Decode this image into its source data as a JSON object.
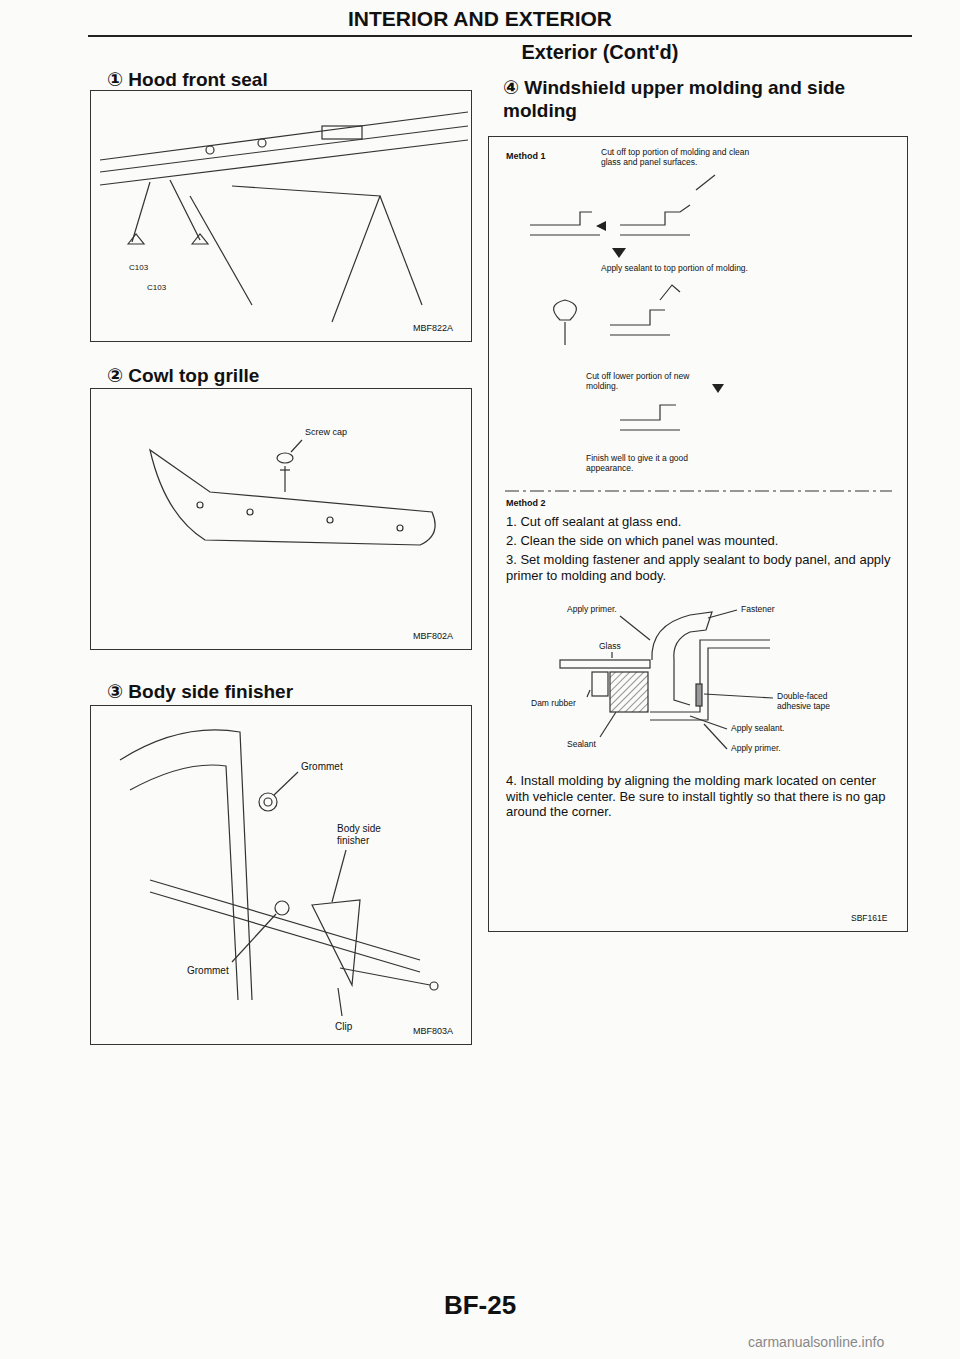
{
  "diagram": {
    "title": "INTERIOR AND EXTERIOR",
    "nodes": [
      {
        "text": [
          "① Hood front seal",
          "C103",
          "C103",
          "MBF822A"
        ]
      },
      {
        "text": [
          "② Cowl top grille",
          "Screw cap",
          "MBF802A"
        ]
      },
      {
        "text": [
          "③ Body side finisher",
          "Grommet",
          "Body side finisher",
          "Grommet",
          "Clip",
          "MBF803A"
        ]
      },
      {
        "text": [
          "④ Windshield upper molding and side molding",
          "Method 1",
          "Cut off top portion of molding and clean glass and panel surfaces.",
          "Apply sealant to top portion of molding.",
          "Cut off lower portion of new molding.",
          "Finish well to give it a good appearance.",
          "Method 2",
          "1. Cut off sealant at glass end.",
          "2. Clean the side on which panel was mounted.",
          "3. Set molding fastener and apply sealant to body panel, and apply primer to molding and body.",
          "Apply primer.",
          "Fastener",
          "Glass",
          "Dam rubber",
          "Double-faced adhesive tape",
          "Sealant",
          "Apply sealant.",
          "Apply primer.",
          "4. Install molding by aligning the molding mark located on center with vehicle center. Be sure to install tightly so that there is no gap around the corner.",
          "SBF161E"
        ]
      }
    ],
    "labels": [
      "Exterior (Cont'd)",
      "BF-25",
      "carmanualsonline.info"
    ]
  }
}
